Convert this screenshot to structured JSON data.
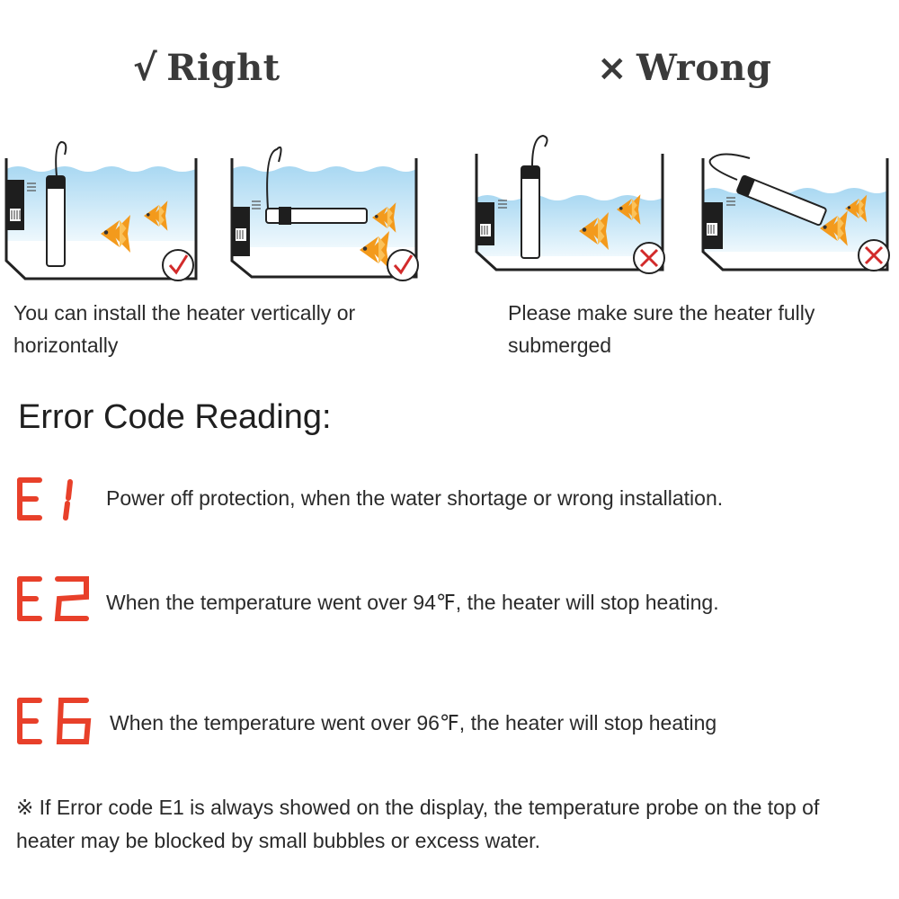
{
  "install": {
    "right": {
      "mark": "√",
      "label": "Right"
    },
    "wrong": {
      "mark": "×",
      "label": "Wrong"
    },
    "right_caption": "You can install the heater vertically or horizontally",
    "wrong_caption": "Please make sure the heater fully submerged"
  },
  "error_section": {
    "title": "Error Code Reading:",
    "codes": [
      {
        "code": "E1",
        "description": "Power off protection, when the water shortage or wrong installation."
      },
      {
        "code": "E2",
        "description": "When the temperature went over 94℉, the heater will stop heating."
      },
      {
        "code": "E6",
        "description": "When the temperature went over 96℉, the heater will stop heating"
      }
    ],
    "note": "※  If Error code E1 is always showed on the display, the temperature probe on the top of heater may be blocked by small bubbles or excess water."
  },
  "colors": {
    "error_code": "#e8402a",
    "water": "#cde9f7",
    "fish": "#f39a1c",
    "check": "#d22b2b"
  },
  "icons": [
    "check-mark-icon",
    "cross-mark-icon",
    "check-badge-icon",
    "cross-badge-icon",
    "fish-icon"
  ]
}
